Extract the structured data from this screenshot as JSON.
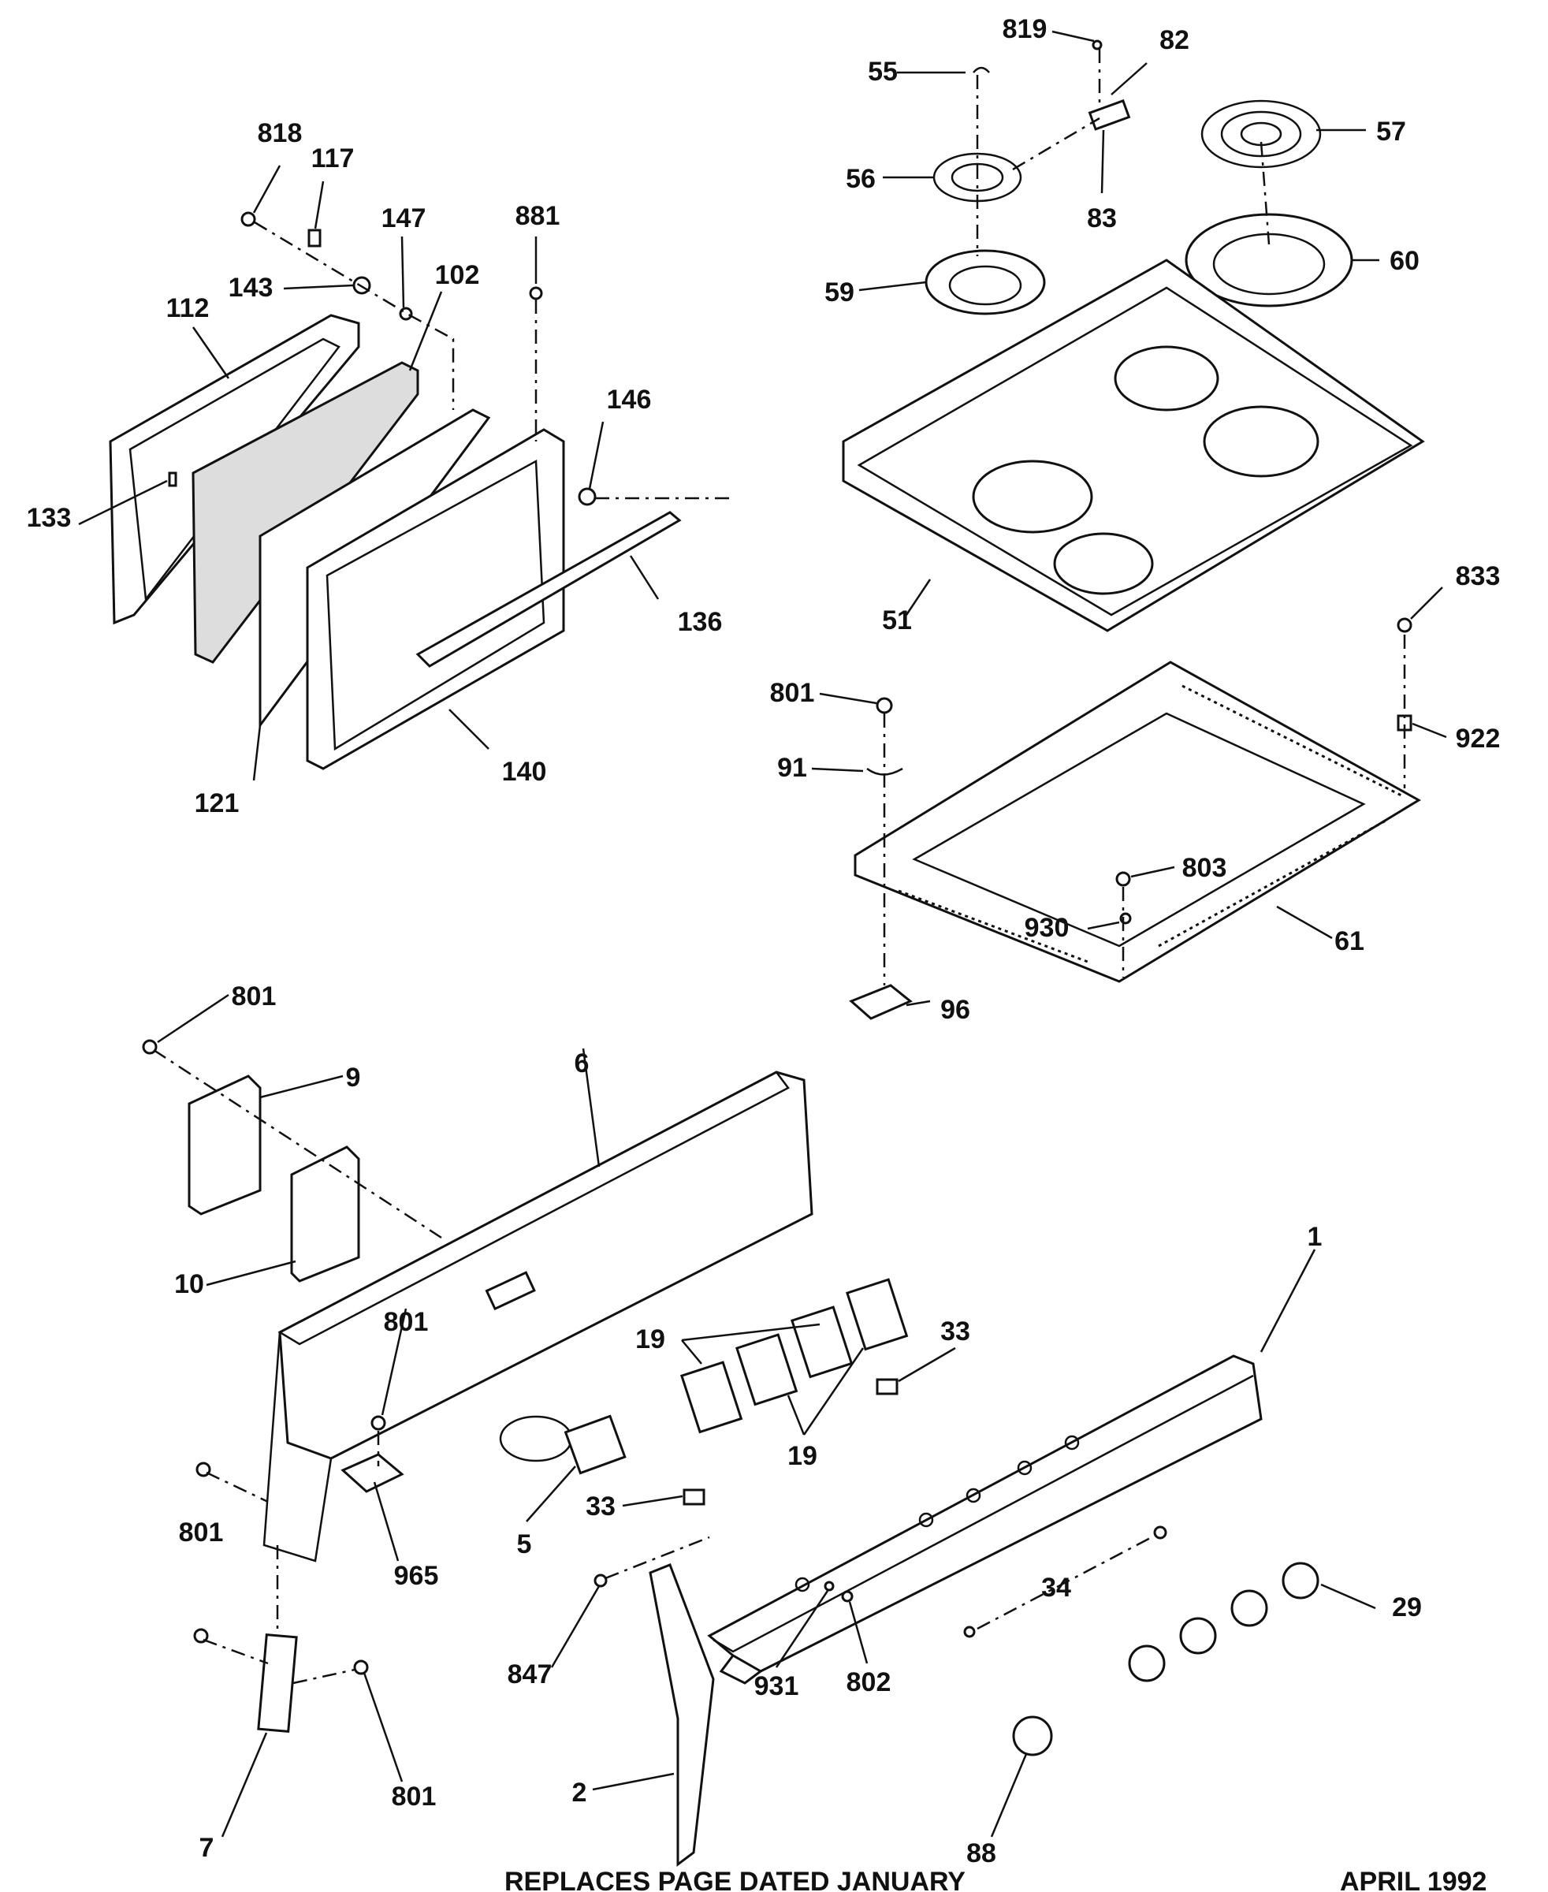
{
  "labels": {
    "l818": "818",
    "l117": "117",
    "l147": "147",
    "l881": "881",
    "l143": "143",
    "l102": "102",
    "l112": "112",
    "l146": "146",
    "l133": "133",
    "l136": "136",
    "l121": "121",
    "l140": "140",
    "l819": "819",
    "l82": "82",
    "l55": "55",
    "l57": "57",
    "l56": "56",
    "l83": "83",
    "l59": "59",
    "l60": "60",
    "l51": "51",
    "l833": "833",
    "l801a": "801",
    "l922": "922",
    "l91": "91",
    "l803": "803",
    "l930": "930",
    "l61": "61",
    "l96": "96",
    "l801b": "801",
    "l9": "9",
    "l6": "6",
    "l10": "10",
    "l1": "1",
    "l801c": "801",
    "l33a": "33",
    "l19a": "19",
    "l19b": "19",
    "l5": "5",
    "l33b": "33",
    "l801d": "801",
    "l965": "965",
    "l29": "29",
    "l34": "34",
    "l847": "847",
    "l931": "931",
    "l802": "802",
    "l2": "2",
    "l7": "7",
    "l801e": "801",
    "l88": "88"
  },
  "footer": {
    "replaces": "REPLACES PAGE DATED JANUARY",
    "date": "APRIL 1992"
  }
}
